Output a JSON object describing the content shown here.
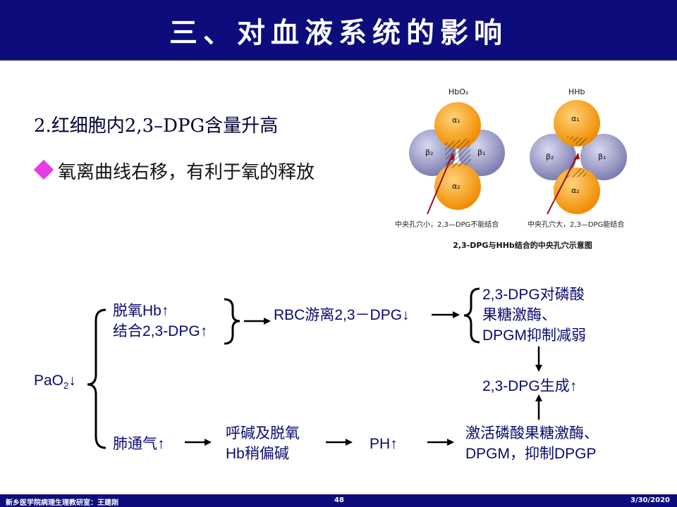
{
  "title": "三、对血液系统的影响",
  "point": "2.红细胞内2,3–DPG含量升高",
  "bullet": "氧离曲线右移，有利于氧的释放",
  "figure": {
    "hbo2_label": "HbO₂",
    "hhb_label": "HHb",
    "alpha1": "α₁",
    "alpha2": "α₂",
    "beta1": "β₁",
    "beta2": "β₂",
    "note_left": "中央孔穴小，2,3—DPG不能结合",
    "note_right": "中央孔穴大，2,3—DPG能结合",
    "caption": "2,3-DPG与HHb结合的中央孔穴示意图"
  },
  "flow": {
    "pao2": "PaO",
    "pao2_sub": "2",
    "pao2_arrow": "↓",
    "deoxy_hb": "脱氧Hb↑",
    "bind_dpg": "结合2,3-DPG↑",
    "rbc_free": "RBC游离2,3－DPG↓",
    "inhibit_line1": "2,3-DPG对磷酸",
    "inhibit_line2": "果糖激酶、",
    "inhibit_line3": "DPGM抑制减弱",
    "dpg_up": "2,3-DPG生成↑",
    "lung_vent": "肺通气↑",
    "alk_line1": "呼碱及脱氧",
    "alk_line2": "Hb稍偏碱",
    "ph_up": "PH↑",
    "act_line1": "激活磷酸果糖激酶、",
    "act_line2": "DPGM，抑制DPGP"
  },
  "footer": {
    "left": "新乡医学院病理生理教研室：王建刚",
    "page": "48",
    "date": "3/30/2020"
  }
}
